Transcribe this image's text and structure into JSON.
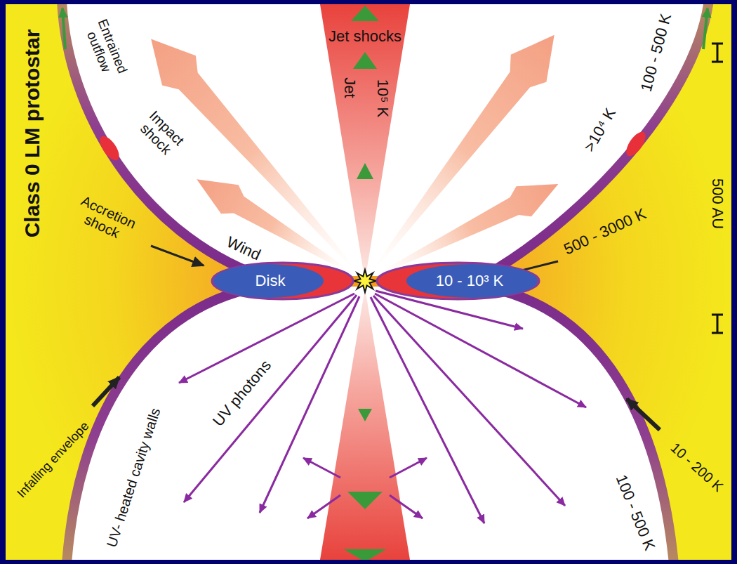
{
  "diagram": {
    "title": "Class 0 LM protostar",
    "nodes": [
      {
        "text": [
          "Disk"
        ]
      },
      {
        "text": [
          "10 - 10³ K"
        ]
      }
    ],
    "labels": [
      "Entrained outflow",
      "Impact shock",
      "Accretion shock",
      "Wind",
      "Jet shocks",
      "Jet",
      "10⁵ K",
      "100 - 500 K",
      ">10⁴ K",
      "500 - 3000 K",
      "500 AU",
      "Infalling envelope",
      "UV- heated cavity walls",
      "UV photons",
      "10 - 200 K",
      "100 - 500 K"
    ]
  }
}
